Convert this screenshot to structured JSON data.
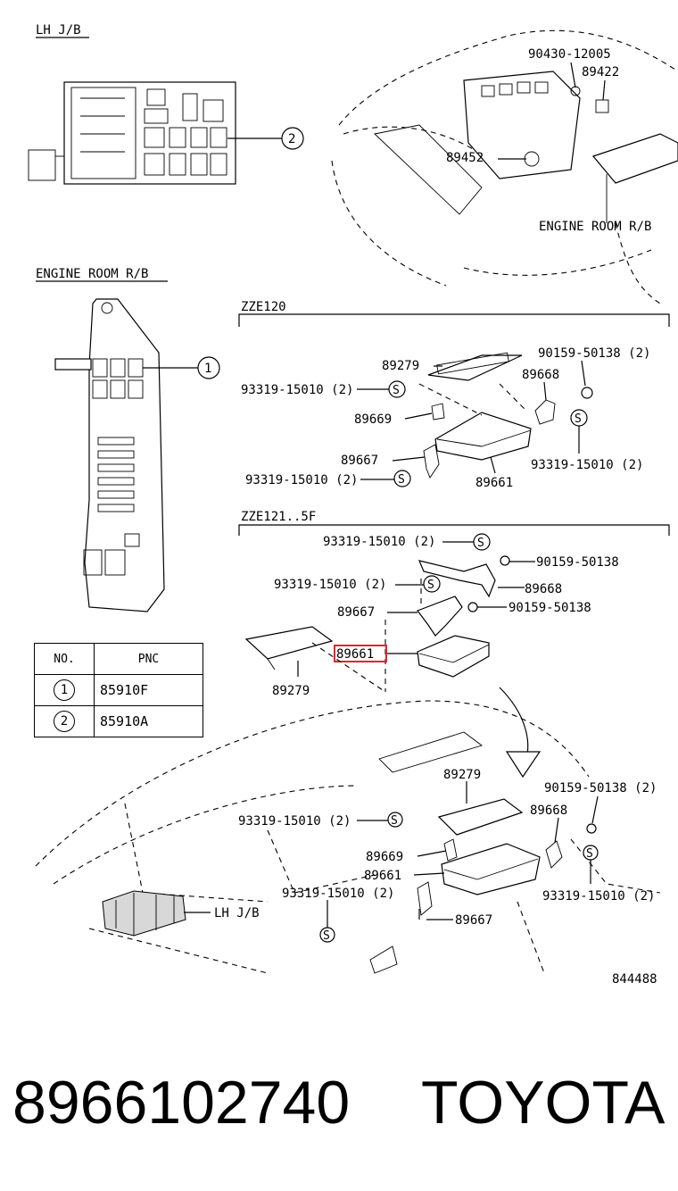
{
  "labels": {
    "lh_jb_title": "LH J/B",
    "engine_room_rb_title": "ENGINE ROOM R/B",
    "engine_room_rb_callout": "ENGINE ROOM R/B",
    "lh_jb_callout": "LH J/B",
    "zze120": "ZZE120",
    "zze121": "ZZE121..5F",
    "diagram_number": "844488",
    "ref_1": "1",
    "ref_2": "2"
  },
  "parts_top": {
    "p90430": "90430-12005",
    "p89422": "89422",
    "p89452": "89452"
  },
  "parts_zze120": {
    "p89279": "89279",
    "p90159": "90159-50138 (2)",
    "p93319_a": "93319-15010 (2)",
    "p89668": "89668",
    "p89669": "89669",
    "p89667": "89667",
    "p93319_b": "93319-15010 (2)",
    "p93319_c": "93319-15010 (2)",
    "p89661": "89661"
  },
  "parts_zze121": {
    "p93319_a": "93319-15010 (2)",
    "p90159_a": "90159-50138",
    "p93319_b": "93319-15010 (2)",
    "p89668": "89668",
    "p89667": "89667",
    "p90159_b": "90159-50138",
    "p89661_highlight": "89661",
    "p89279": "89279"
  },
  "parts_dash": {
    "p89279": "89279",
    "p90159": "90159-50138 (2)",
    "p93319_a": "93319-15010 (2)",
    "p89668": "89668",
    "p89669": "89669",
    "p89661": "89661",
    "p93319_b": "93319-15010 (2)",
    "p93319_c": "93319-15010 (2)",
    "p89667": "89667"
  },
  "table": {
    "header_no": "NO.",
    "header_pnc": "PNC",
    "rows": [
      {
        "no": "1",
        "pnc": "85910F"
      },
      {
        "no": "2",
        "pnc": "85910A"
      }
    ]
  },
  "footer": {
    "part_number": "8966102740",
    "brand": "TOYOTA"
  },
  "colors": {
    "highlight": "#e0262d",
    "ink": "#000000",
    "background": "#ffffff"
  }
}
